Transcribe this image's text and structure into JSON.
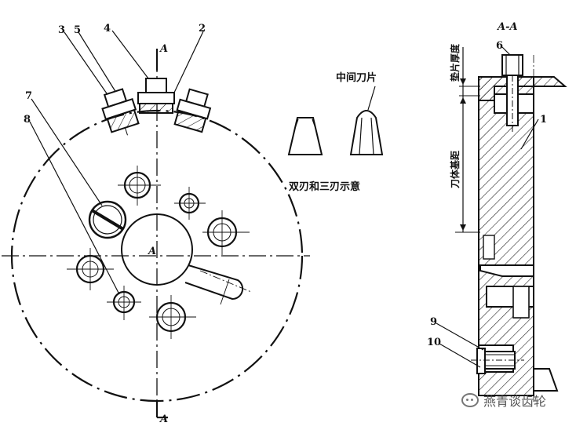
{
  "labels": {
    "part_1": "1",
    "part_2": "2",
    "part_3": "3",
    "part_4": "4",
    "part_5": "5",
    "part_6": "6",
    "part_7": "7",
    "part_8": "8",
    "part_9": "9",
    "part_10": "10",
    "section_arrow_top": "A",
    "section_arrow_bottom": "A",
    "center_mark": "A",
    "section_title": "A-A",
    "middle_blade": "中间刀片",
    "blade_caption": "双刃和三刃示意",
    "dim_shim_thickness": "垫片厚度",
    "dim_body_base": "刀体基距"
  },
  "watermark": {
    "text": "燕青谈齿轮",
    "icon": "wechat-bubble-icon"
  },
  "colors": {
    "ink": "#111111",
    "paper": "#ffffff"
  }
}
